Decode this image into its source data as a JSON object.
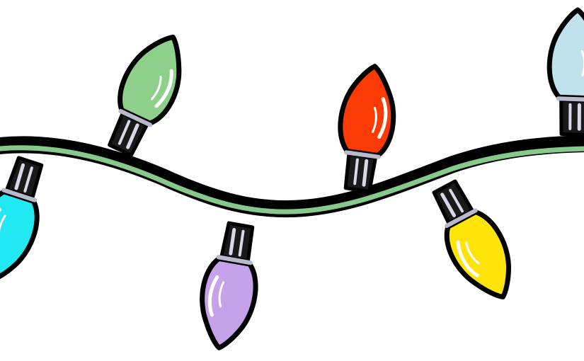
{
  "illustration": {
    "background": "#ffffff",
    "wire": {
      "outline_color": "#000000",
      "core_color": "#86c98a"
    },
    "socket": {
      "outline_color": "#000000",
      "body_color": "#1a1a1a",
      "highlight_color": "#d8d8e6",
      "collar_color": "#b9b9cc"
    },
    "bulb_outline_color": "#000000",
    "shine_color": "#ffffff",
    "bulbs": [
      {
        "name": "cyan-bulb",
        "color": "#22e8f2"
      },
      {
        "name": "green-bulb",
        "color": "#8ecf8c"
      },
      {
        "name": "purple-bulb",
        "color": "#c6a2ea"
      },
      {
        "name": "red-bulb",
        "color": "#fb3a06"
      },
      {
        "name": "yellow-bulb",
        "color": "#ffe40a"
      },
      {
        "name": "light-blue-bulb",
        "color": "#bfe2ec"
      }
    ]
  }
}
